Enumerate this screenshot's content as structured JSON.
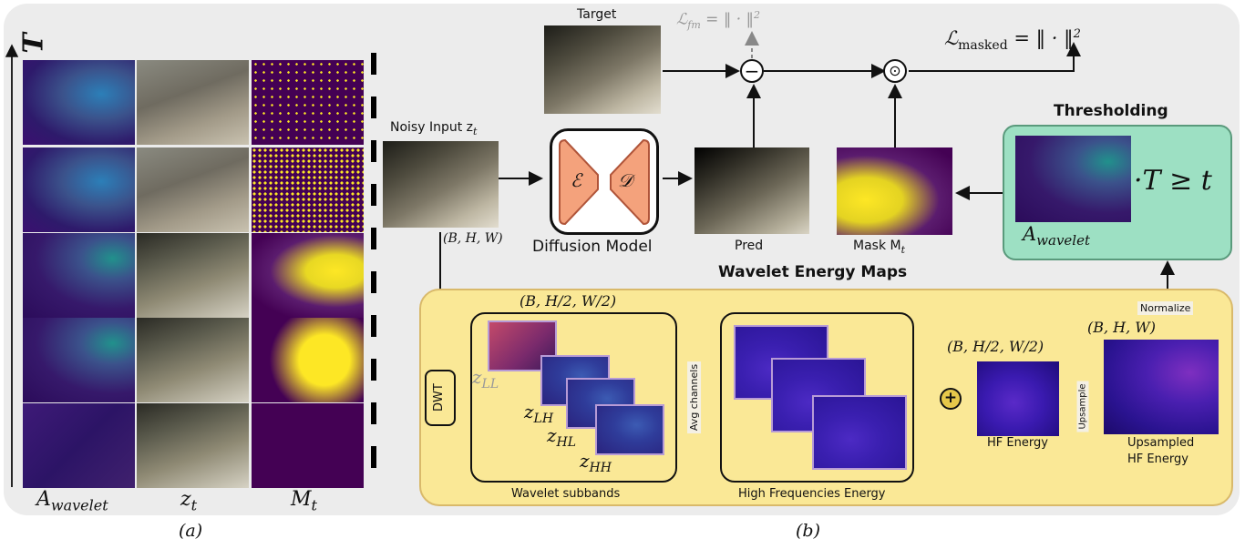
{
  "panel_a": {
    "axis_label": "T",
    "column_labels": {
      "awavelet": "A",
      "awavelet_sub": "wavelet",
      "zt": "z",
      "zt_sub": "t",
      "mt": "M",
      "mt_sub": "t"
    },
    "caption": "(a)"
  },
  "panel_b": {
    "caption": "(b)",
    "target_label": "Target",
    "loss_fm": "ℒ",
    "loss_fm_sub": "fm",
    "loss_fm_rhs": "= ‖ · ‖",
    "loss_masked": "ℒ",
    "loss_masked_sub": "masked",
    "loss_masked_rhs": "= ‖ · ‖",
    "norm_exp": "2",
    "minus_symbol": "−",
    "dot_symbol": "⊙",
    "noisy_input_label": "Noisy Input z",
    "noisy_input_sub": "t",
    "shape_bhw": "(B, H, W)",
    "encoder_symbol": "ℰ",
    "decoder_symbol": "𝒟",
    "diffusion_model_label": "Diffusion Model",
    "pred_label": "Pred",
    "mask_label": "Mask M",
    "mask_sub": "t",
    "thresholding_title": "Thresholding",
    "threshold_expr": "·T ≥ t",
    "threshold_awav": "A",
    "threshold_awav_sub": "wavelet",
    "wavelet_energy_title": "Wavelet Energy Maps",
    "dwt_label": "DWT",
    "shape_half": "(B, H/2, W/2)",
    "subband_labels": [
      {
        "base": "z",
        "sub": "LL"
      },
      {
        "base": "z",
        "sub": "LH"
      },
      {
        "base": "z",
        "sub": "HL"
      },
      {
        "base": "z",
        "sub": "HH"
      }
    ],
    "wavelet_subbands_caption": "Wavelet subbands",
    "avg_channels_label": "Avg channels",
    "high_freq_energy_caption": "High Frequencies Energy",
    "plus_symbol": "+",
    "shape_half_2": "(B, H/2, W/2)",
    "hf_energy_caption": "HF Energy",
    "upsample_label": "Upsample",
    "shape_bhw_2": "(B, H, W)",
    "upsampled_caption_line1": "Upsampled",
    "upsampled_caption_line2": "HF Energy",
    "normalize_label": "Normalize"
  },
  "colors": {
    "background_panel": "#ececec",
    "energy_panel": "#fae896",
    "threshold_panel": "#9de0c3",
    "unet_fill": "#f4a27c",
    "viridis_dark": "#440154",
    "viridis_yellow": "#fde725"
  }
}
